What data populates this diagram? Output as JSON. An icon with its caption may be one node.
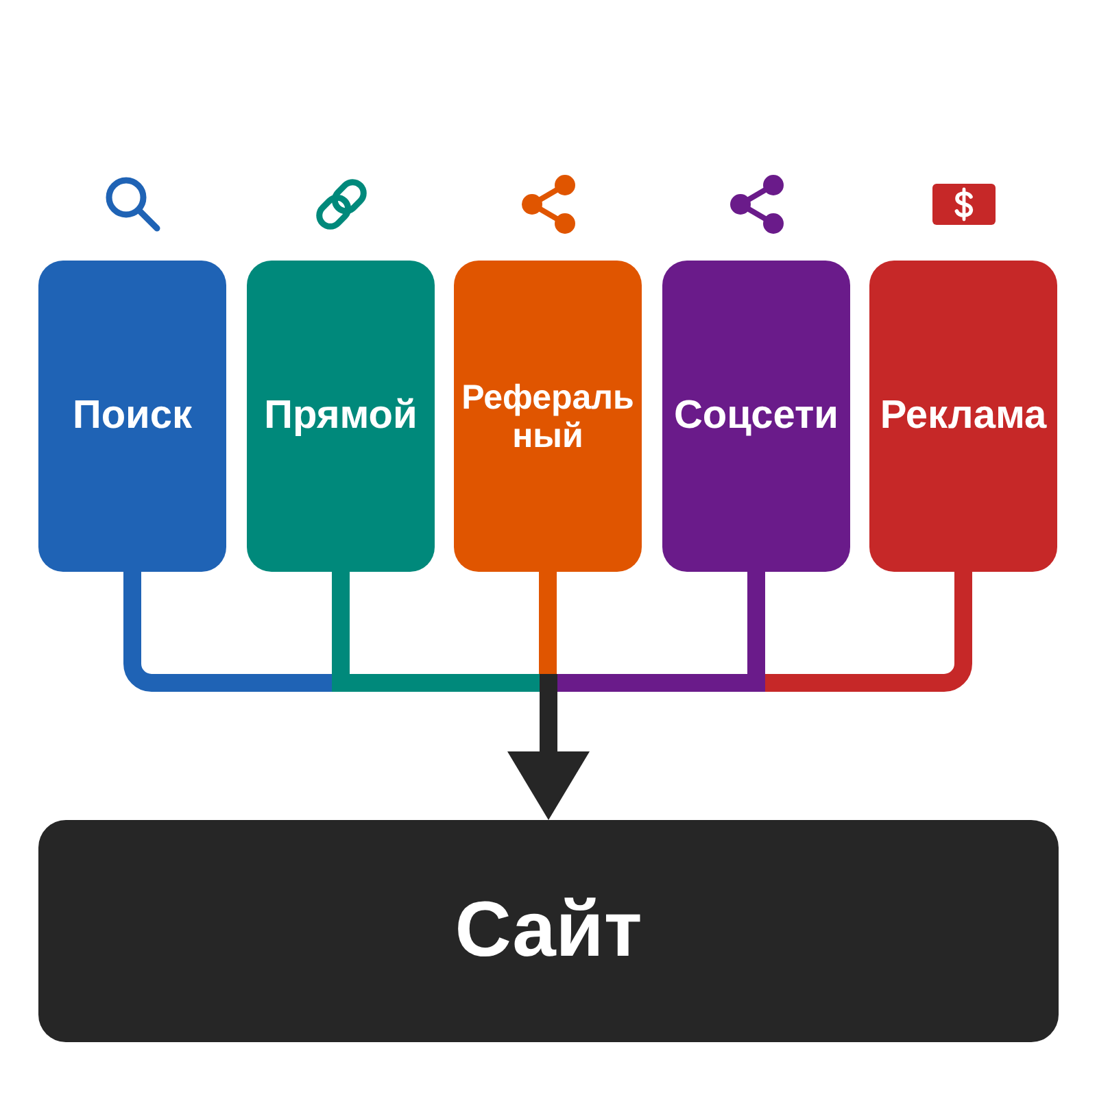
{
  "diagram": {
    "nodes": [
      {
        "text": [
          "Поиск"
        ]
      },
      {
        "text": [
          "Прямой"
        ]
      },
      {
        "text": [
          "Реферальный"
        ]
      },
      {
        "text": [
          "Соцсети"
        ]
      },
      {
        "text": [
          "Реклама"
        ]
      },
      {
        "text": [
          "Сайт"
        ]
      }
    ],
    "edges": [
      {
        "from": 0,
        "to": 5,
        "arrow": "to",
        "color": "#1f63b5"
      },
      {
        "from": 1,
        "to": 5,
        "arrow": "to",
        "color": "#00897b"
      },
      {
        "from": 2,
        "to": 5,
        "arrow": "to",
        "color": "#e05500"
      },
      {
        "from": 3,
        "to": 5,
        "arrow": "to",
        "color": "#6a1b8a"
      },
      {
        "from": 4,
        "to": 5,
        "arrow": "to",
        "color": "#c62828"
      }
    ]
  }
}
